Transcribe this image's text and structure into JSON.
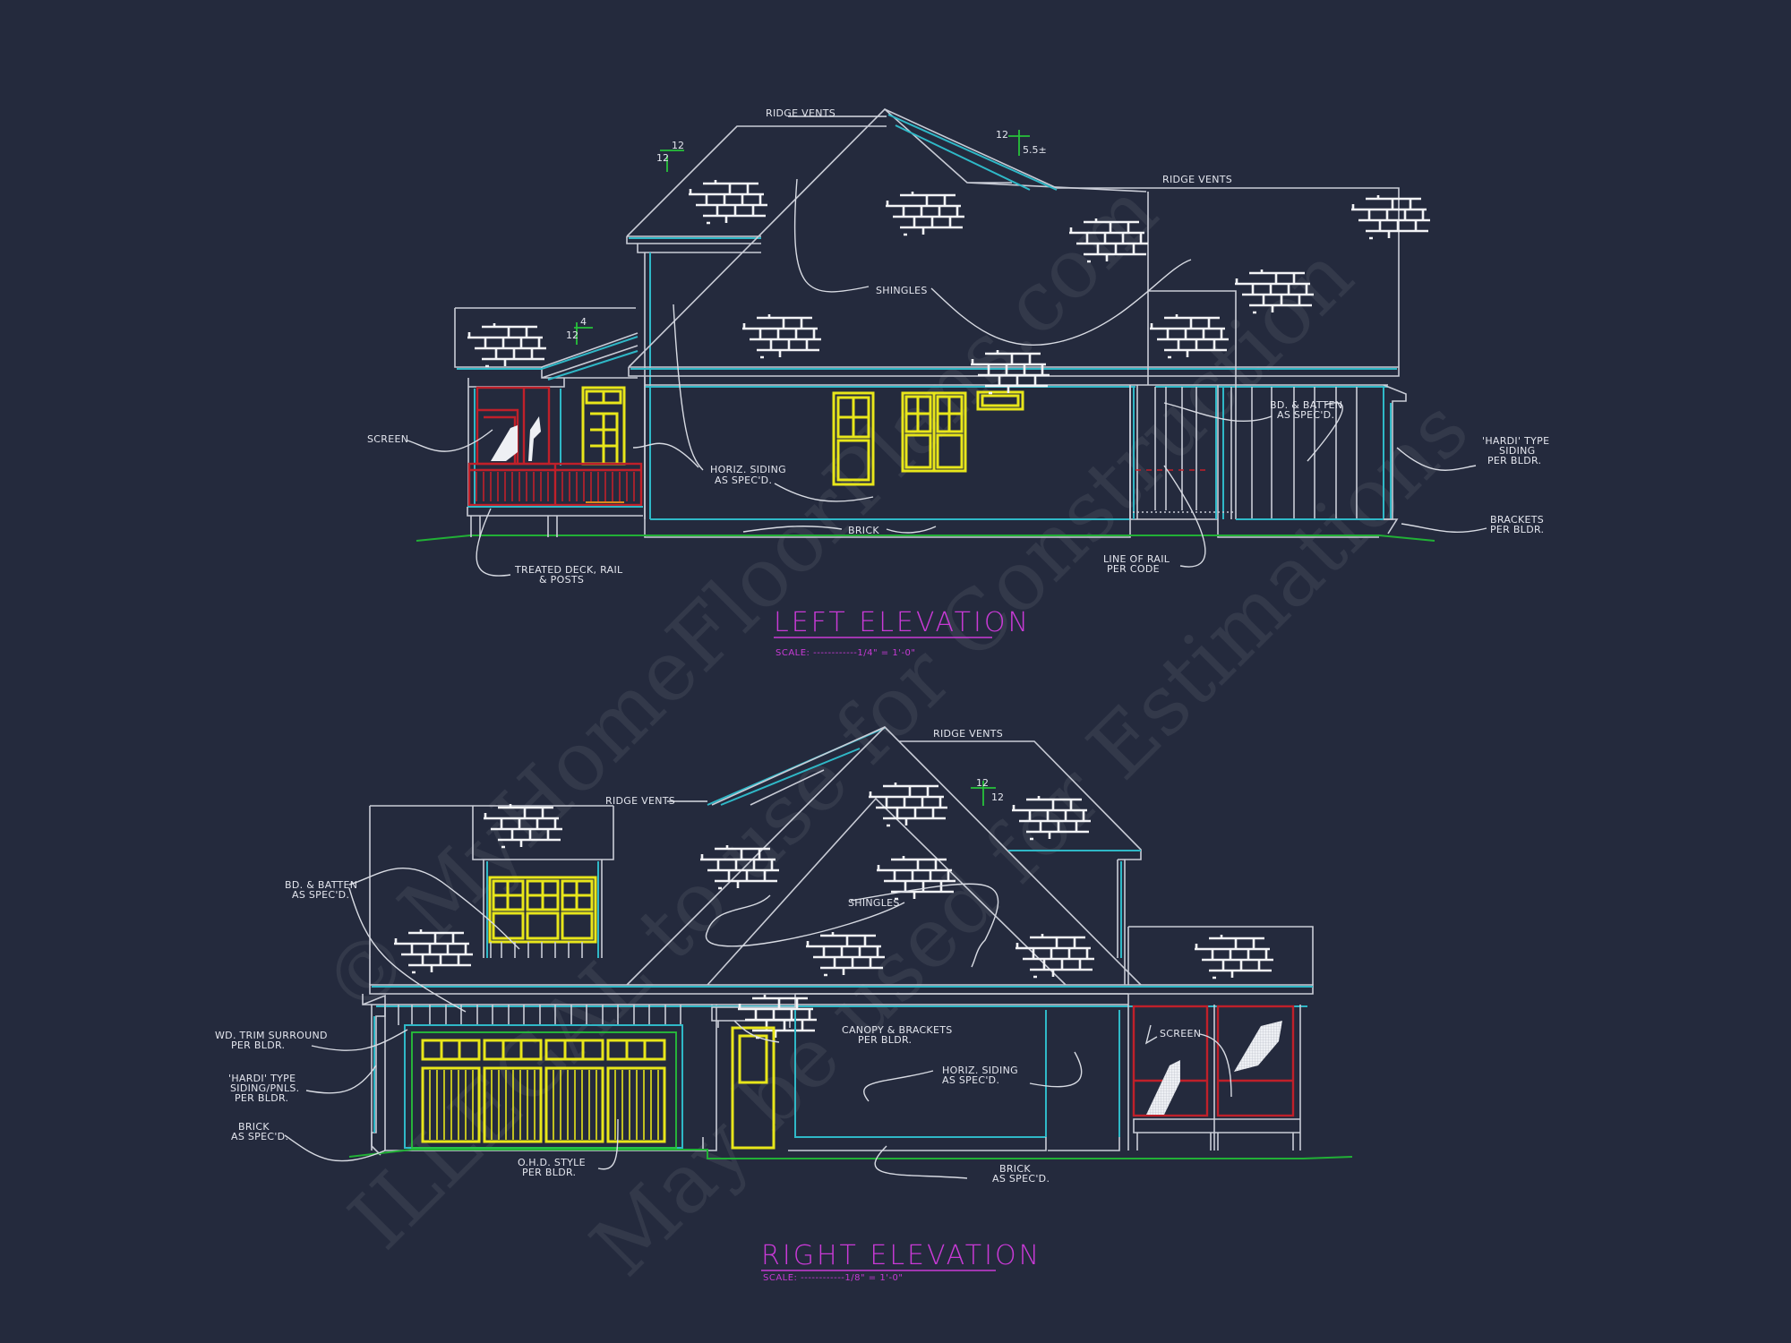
{
  "background_color": "#242a3d",
  "colors": {
    "outline": "#c9ccd6",
    "trim_cyan": "#2fb8c7",
    "windows_yellow": "#e8e61a",
    "screen_red": "#c0202a",
    "grade_green": "#21b036",
    "title_magenta": "#c93ad6"
  },
  "left_elevation": {
    "title": "LEFT ELEVATION",
    "scale": "SCALE: ------------1/4\" = 1'-0\"",
    "pitches": [
      {
        "rise": "12",
        "run": "12"
      },
      {
        "rise": "12",
        "run": "5.5±"
      },
      {
        "rise": "4",
        "run": "12"
      }
    ],
    "labels": {
      "ridge_vents_1": "RIDGE VENTS",
      "ridge_vents_2": "RIDGE VENTS",
      "shingles": "SHINGLES",
      "screen": "SCREEN",
      "horiz_siding_1": "HORIZ. SIDING",
      "horiz_siding_2": "AS SPEC'D.",
      "brick": "BRICK",
      "treated_deck_1": "TREATED DECK, RAIL",
      "treated_deck_2": "& POSTS",
      "bd_batten_1": "BD. & BATTEN",
      "bd_batten_2": "AS SPEC'D.",
      "hardi_1": "'HARDI' TYPE",
      "hardi_2": "SIDING",
      "hardi_3": "PER BLDR.",
      "brackets_1": "BRACKETS",
      "brackets_2": "PER BLDR.",
      "rail_1": "LINE OF RAIL",
      "rail_2": "PER CODE"
    }
  },
  "right_elevation": {
    "title": "RIGHT ELEVATION",
    "scale": "SCALE: ------------1/8\" = 1'-0\"",
    "pitches": [
      {
        "rise": "12",
        "run": "12"
      }
    ],
    "labels": {
      "ridge_vents_1": "RIDGE VENTS",
      "ridge_vents_2": "RIDGE VENTS",
      "shingles": "SHINGLES",
      "bd_batten_1": "BD. & BATTEN",
      "bd_batten_2": "AS SPEC'D.",
      "wd_trim_1": "WD. TRIM SURROUND",
      "wd_trim_2": "PER BLDR.",
      "hardi_1": "'HARDI' TYPE",
      "hardi_2": "SIDING/PNLS.",
      "hardi_3": "PER BLDR.",
      "brick_1": "BRICK",
      "brick_2": "AS SPEC'D.",
      "ohd_1": "O.H.D. STYLE",
      "ohd_2": "PER BLDR.",
      "canopy_1": "CANOPY & BRACKETS",
      "canopy_2": "PER BLDR.",
      "horiz_siding_1": "HORIZ. SIDING",
      "horiz_siding_2": "AS SPEC'D.",
      "screen": "SCREEN",
      "brick_b1": "BRICK",
      "brick_b2": "AS SPEC'D."
    }
  },
  "watermark": {
    "line1": "© MyHomeFloorPlans.com",
    "line2": "ILLEGAL to use for Construction",
    "line3": "May be used for Estimations"
  }
}
